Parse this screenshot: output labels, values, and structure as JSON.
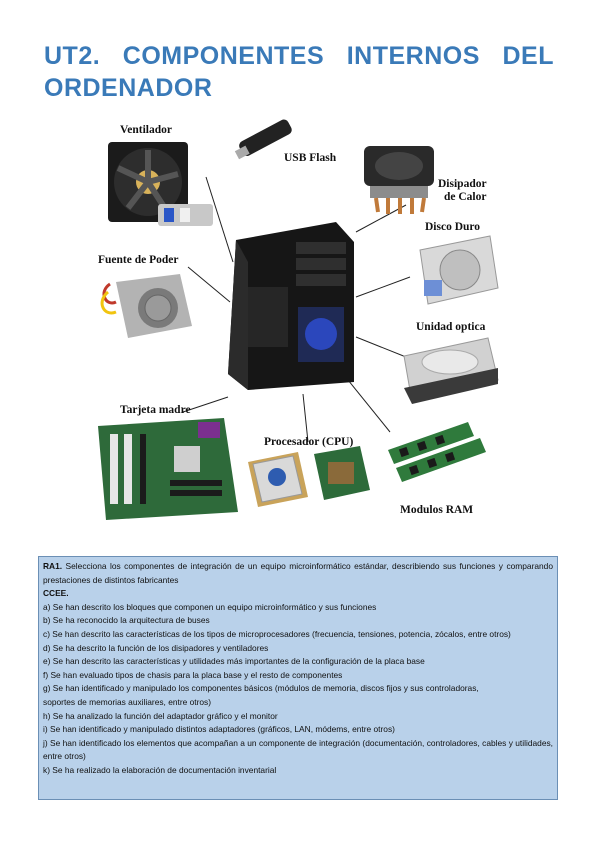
{
  "title": {
    "line1_words": [
      "UT2.",
      "COMPONENTES",
      "INTERNOS",
      "DEL"
    ],
    "line2": "ORDENADOR"
  },
  "figure": {
    "labels": {
      "ventilador": "Ventilador",
      "usb": "USB Flash",
      "disipador_1": "Disipador",
      "disipador_2": "de Calor",
      "disco": "Disco Duro",
      "fuente": "Fuente de Poder",
      "optica": "Unidad optica",
      "tarjeta": "Tarjeta madre",
      "procesador": "Procesador (CPU)",
      "ram": "Modulos RAM"
    }
  },
  "ra": {
    "heading": "RA1.",
    "text": " Selecciona los componentes de integración de un equipo microinformático estándar, describiendo sus funciones y comparando prestaciones de distintos fabricantes",
    "ccee": "CCEE.",
    "criteria": [
      "a) Se han descrito los bloques que componen un equipo microinformático y sus funciones",
      "b) Se ha reconocido la arquitectura de buses",
      "c) Se han descrito las características de los tipos de microprocesadores (frecuencia, tensiones, potencia, zócalos, entre otros)",
      "d) Se ha descrito la función de los disipadores y ventiladores",
      "e) Se han descrito las características y utilidades más importantes de la configuración de la placa base",
      "f) Se han evaluado tipos de chasis para la placa base y el resto de componentes",
      "g) Se han identificado y manipulado los componentes básicos (módulos de memoria, discos fijos y sus controladoras,",
      "soportes de memorias auxiliares, entre otros)",
      "h) Se ha analizado la función del adaptador gráfico y el monitor",
      "i) Se han identificado y manipulado distintos adaptadores (gráficos, LAN, módems, entre otros)",
      "j) Se han identificado los elementos que acompañan a un componente de integración (documentación, controladores, cables y utilidades, entre otros)",
      "k) Se ha realizado la elaboración de documentación inventarial"
    ]
  }
}
